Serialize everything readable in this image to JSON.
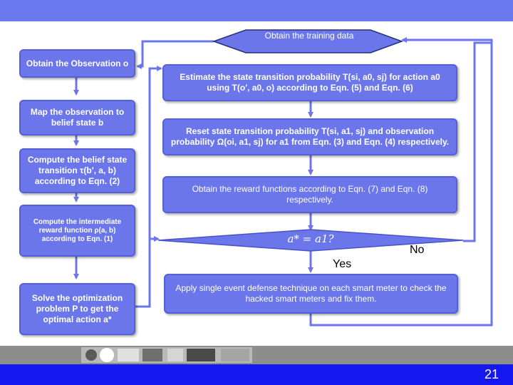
{
  "slide": {
    "page_number": "21",
    "colors": {
      "box": "#6b76ea",
      "border": "#5560d6",
      "footer": "#1418ee",
      "topbar": "#6b78ee"
    }
  },
  "flow": {
    "start": "Obtain the training data",
    "left": [
      "Obtain the Observation o",
      "Map the observation to belief state b",
      "Compute the belief state transition τ(b′, a, b) according to Eqn. (2)",
      "Compute the intermediate reward function ρ(a, b) according to Eqn. (1)",
      "Solve the optimization problem P to get the optimal action a*"
    ],
    "right": [
      "Estimate the state transition probability T(si, a0, sj) for action a0 using T(o′, a0, o) according to Eqn. (5) and Eqn. (6)",
      "Reset state transition probability T(si, a1, sj) and observation probability Ω(oi, a1, sj) for a1 from Eqn. (3) and Eqn. (4) respectively.",
      "Obtain the reward functions according to Eqn. (7) and Eqn. (8) respectively."
    ],
    "decision": "a* = a1?",
    "yes_label": "Yes",
    "no_label": "No",
    "final": "Apply single event defense technique on each smart meter to check the hacked smart meters and fix them."
  }
}
